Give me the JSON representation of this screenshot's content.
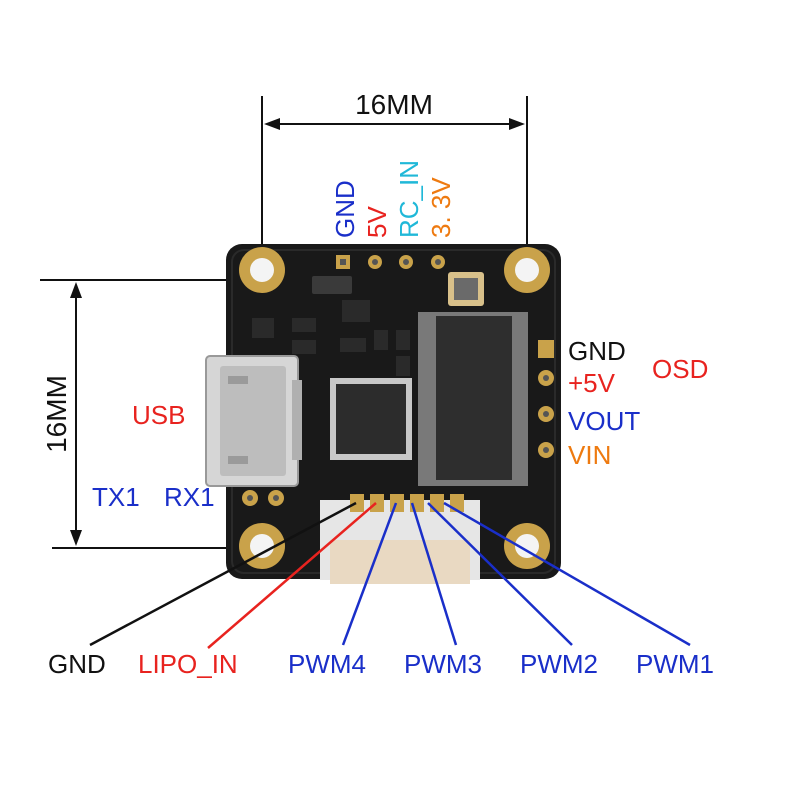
{
  "dimensions": {
    "width_label": "16MM",
    "height_label": "16MM"
  },
  "top_pins": {
    "gnd": "GND",
    "v5": "5V",
    "rc_in": "RC_IN",
    "v33": "3. 3V"
  },
  "osd": {
    "title": "OSD",
    "gnd": "GND",
    "v5": "+5V",
    "vout": "VOUT",
    "vin": "VIN"
  },
  "left_labels": {
    "usb": "USB",
    "tx1": "TX1",
    "rx1": "RX1"
  },
  "bottom_pins": {
    "gnd": "GND",
    "lipo_in": "LIPO_IN",
    "pwm4": "PWM4",
    "pwm3": "PWM3",
    "pwm2": "PWM2",
    "pwm1": "PWM1"
  },
  "colors": {
    "black": "#111111",
    "red": "#e8231f",
    "blue": "#1a2fc9",
    "cyan": "#20b8d8",
    "orange": "#ee7a10",
    "board": "#191919",
    "gold": "#c9a24a"
  }
}
